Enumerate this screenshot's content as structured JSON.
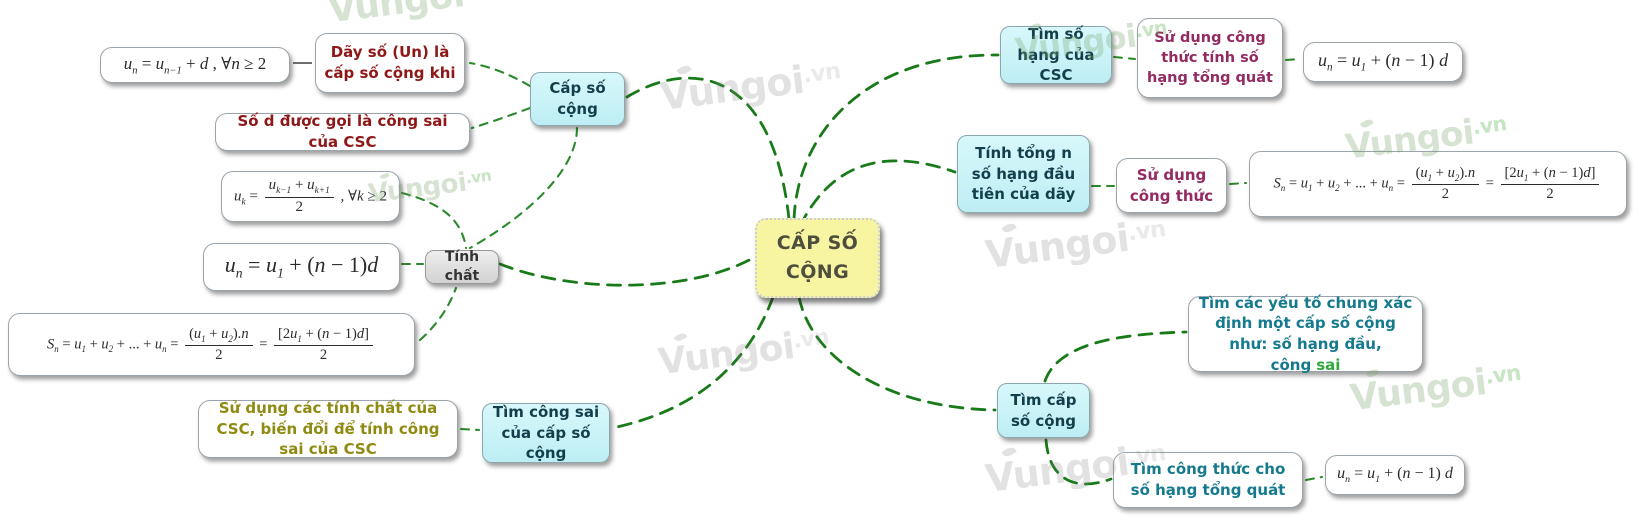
{
  "watermark": {
    "name": "Vungoi",
    "tld": ".vn"
  },
  "center": {
    "label": "CẤP SỐ CỘNG"
  },
  "nodes": {
    "cap_so_cong": {
      "label": "Cấp số cộng"
    },
    "tinh_chat": {
      "label": "Tính chất"
    },
    "tim_cong_sai": {
      "label": "Tìm công sai của cấp số cộng"
    },
    "tim_so_hang": {
      "label": "Tìm số hạng của CSC"
    },
    "tinh_tong": {
      "label": "Tính tổng n số hạng đầu tiên của dãy"
    },
    "tim_cap_so_cong": {
      "label": "Tìm cấp số cộng"
    }
  },
  "notes": {
    "dinh_nghia": {
      "label": "Dãy số (Un) là cấp số cộng khi"
    },
    "cong_sai": {
      "label": "Số d được gọi là công sai của CSC"
    },
    "pp_cong_sai": {
      "label": "Sử dụng các tính chất của CSC, biến đổi để tính công sai của CSC"
    },
    "pp_so_hang": {
      "label": "Sử dụng công thức tính số hạng tổng quát"
    },
    "pp_tong": {
      "label": "Sử dụng công thức"
    },
    "yeu_to": {
      "label": "Tìm các yếu tố chung xác định một cấp số cộng như: số hạng đầu, công",
      "highlight": "sai"
    },
    "cong_thuc_tq": {
      "label": "Tìm công thức cho số hạng tổng quát"
    }
  },
  "formulas": {
    "dinh_nghia": [
      {
        "i": "u"
      },
      {
        "s": "n"
      },
      {
        "t": " = "
      },
      {
        "i": "u"
      },
      {
        "s": "n−1"
      },
      {
        "t": " + "
      },
      {
        "i": "d"
      },
      {
        "t": " , ∀"
      },
      {
        "i": "n"
      },
      {
        "t": " ≥ 2"
      }
    ],
    "trung_binh": [
      {
        "i": "u"
      },
      {
        "s": "k"
      },
      {
        "t": " = "
      },
      {
        "f": {
          "n": [
            {
              "i": "u"
            },
            {
              "s": "k−1"
            },
            {
              "t": " + "
            },
            {
              "i": "u"
            },
            {
              "s": "k+1"
            }
          ],
          "d": [
            {
              "t": "2"
            }
          ]
        }
      },
      {
        "t": " , ∀"
      },
      {
        "i": "k"
      },
      {
        "t": " ≥ 2"
      }
    ],
    "tong_quat": [
      {
        "i": "u"
      },
      {
        "s": "n"
      },
      {
        "t": " = "
      },
      {
        "i": "u"
      },
      {
        "s": "1"
      },
      {
        "t": " + ("
      },
      {
        "i": "n"
      },
      {
        "t": " − 1)"
      },
      {
        "i": "d"
      }
    ],
    "tong_quat_spaced": [
      {
        "i": "u"
      },
      {
        "s": "n"
      },
      {
        "t": " = "
      },
      {
        "i": "u"
      },
      {
        "s": "1"
      },
      {
        "t": " + ("
      },
      {
        "i": "n"
      },
      {
        "t": " − 1) "
      },
      {
        "i": "d"
      }
    ],
    "tong": [
      {
        "i": "S"
      },
      {
        "s": "n"
      },
      {
        "t": " = "
      },
      {
        "i": "u"
      },
      {
        "s": "1"
      },
      {
        "t": " + "
      },
      {
        "i": "u"
      },
      {
        "s": "2"
      },
      {
        "t": " + ... + "
      },
      {
        "i": "u"
      },
      {
        "s": "n"
      },
      {
        "t": " = "
      },
      {
        "f": {
          "n": [
            {
              "t": "("
            },
            {
              "i": "u"
            },
            {
              "s": "1"
            },
            {
              "t": " + "
            },
            {
              "i": "u"
            },
            {
              "s": "2"
            },
            {
              "t": ")."
            },
            {
              "i": "n"
            }
          ],
          "d": [
            {
              "t": "2"
            }
          ]
        }
      },
      {
        "t": " = "
      },
      {
        "f": {
          "n": [
            {
              "t": "[2"
            },
            {
              "i": "u"
            },
            {
              "s": "1"
            },
            {
              "t": " + ("
            },
            {
              "i": "n"
            },
            {
              "t": " − 1)"
            },
            {
              "i": "d"
            },
            {
              "t": "]"
            }
          ],
          "d": [
            {
              "t": "2"
            }
          ]
        }
      }
    ]
  }
}
